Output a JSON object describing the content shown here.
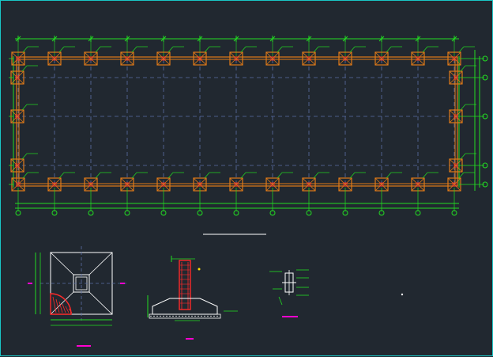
{
  "drawing": {
    "background": "#212830",
    "frame_color": "#19c6c6",
    "colors": {
      "dimension": "#22dd22",
      "axis": "#5a6ea6",
      "beam": "#e07a18",
      "column_base": "#e07a18",
      "column_mark": "#ff3030",
      "section_red": "#ff2a2a",
      "white": "#ffffff",
      "magenta": "#ff00d0",
      "yellow": "#ffe000"
    },
    "plan": {
      "top_row_columns": 13,
      "bottom_row_columns": 13,
      "left_side_columns": 3,
      "right_side_columns": 3,
      "bottom_axis_bubbles": 13,
      "right_axis_bubbles": 5
    },
    "details": [
      {
        "name": "foundation-plan-detail"
      },
      {
        "name": "foundation-section-detail"
      },
      {
        "name": "anchor-bolt-detail"
      }
    ]
  }
}
